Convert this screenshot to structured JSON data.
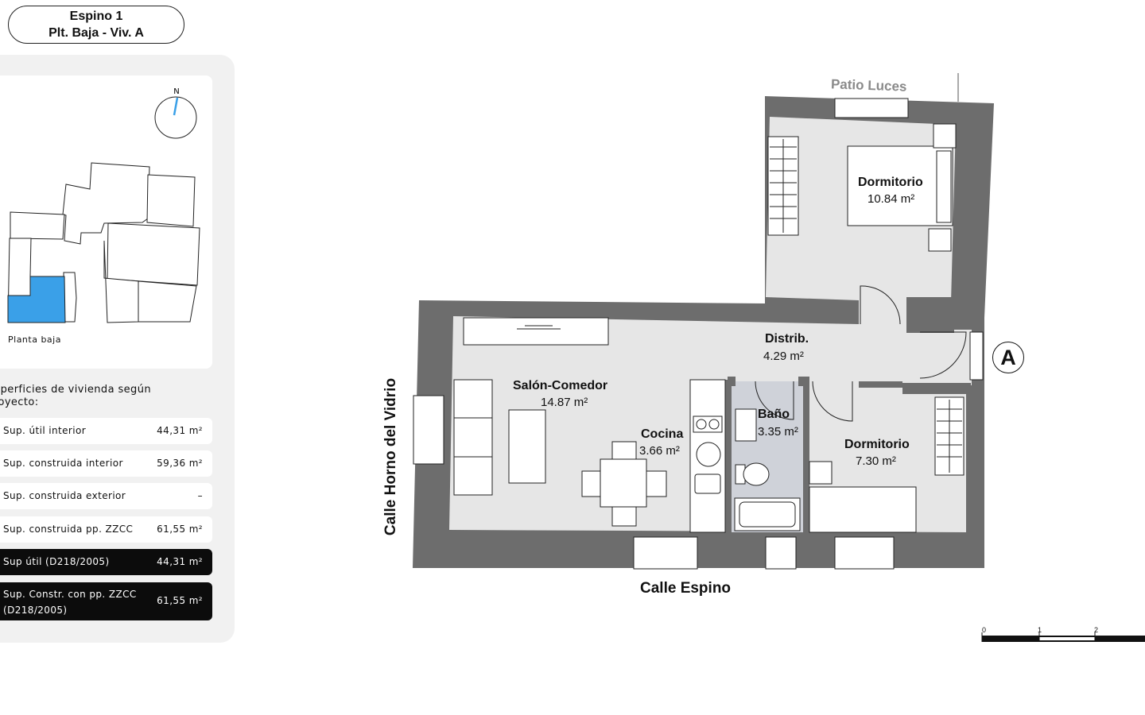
{
  "header": {
    "building": "Espino  1",
    "unit": "Plt. Baja - Viv. A"
  },
  "locator": {
    "north_label": "N",
    "caption": "Planta baja",
    "highlight_color": "#3aa0e8"
  },
  "surfaces": {
    "title_line1": "uperficies de vivienda según",
    "title_line2": "royecto:",
    "rows": [
      {
        "label": "Sup. útil interior",
        "value": "44,31  m²"
      },
      {
        "label": "Sup. construida interior",
        "value": "59,36  m²"
      },
      {
        "label": "Sup. construida exterior",
        "value": "–"
      },
      {
        "label": "Sup. construida pp. ZZCC",
        "value": "61,55  m²"
      },
      {
        "label": "Sup útil (D218/2005)",
        "value": "44,31  m²"
      },
      {
        "label_line1": "Sup. Constr. con pp. ZZCC",
        "label_line2": "(D218/2005)",
        "value": "61,55  m²"
      }
    ]
  },
  "plan": {
    "patio": "Patio Luces",
    "street_bottom": "Calle Espino",
    "street_left": "Calle Horno del Vidrio",
    "access_marker": "A",
    "rooms": [
      {
        "name": "Dormitorio",
        "area": "10.84 m²"
      },
      {
        "name": "Distrib.",
        "area": "4.29 m²"
      },
      {
        "name": "Salón-Comedor",
        "area": "14.87 m²"
      },
      {
        "name": "Cocina",
        "area": "3.66 m²"
      },
      {
        "name": "Baño",
        "area": "3.35 m²"
      },
      {
        "name": "Dormitorio",
        "area": "7.30 m²"
      }
    ],
    "colors": {
      "wall": "#6d6d6d",
      "floor": "#e6e6e6",
      "bath": "#cfd2d9"
    }
  },
  "scale": {
    "ticks": [
      "0",
      "1",
      "2"
    ]
  }
}
